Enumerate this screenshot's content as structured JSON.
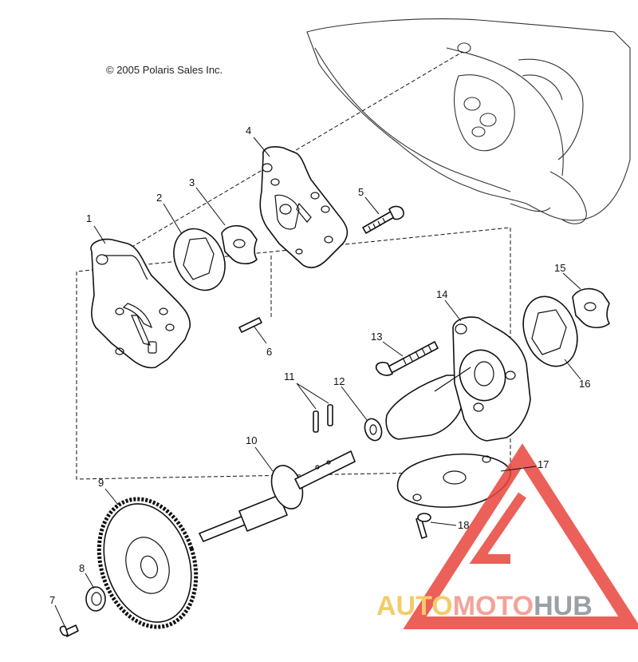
{
  "copyright": "© 2005 Polaris Sales Inc.",
  "brand": {
    "part1": "AUTO",
    "part2": "MOTO",
    "part3": "HUB"
  },
  "callouts": [
    "1",
    "2",
    "3",
    "4",
    "5",
    "6",
    "7",
    "8",
    "9",
    "10",
    "11",
    "12",
    "13",
    "14",
    "15",
    "16",
    "17",
    "18"
  ],
  "colors": {
    "watermark_red": "#e8453c",
    "watermark_gold": "#f2cc6a",
    "watermark_gray": "#9aa0a6"
  }
}
